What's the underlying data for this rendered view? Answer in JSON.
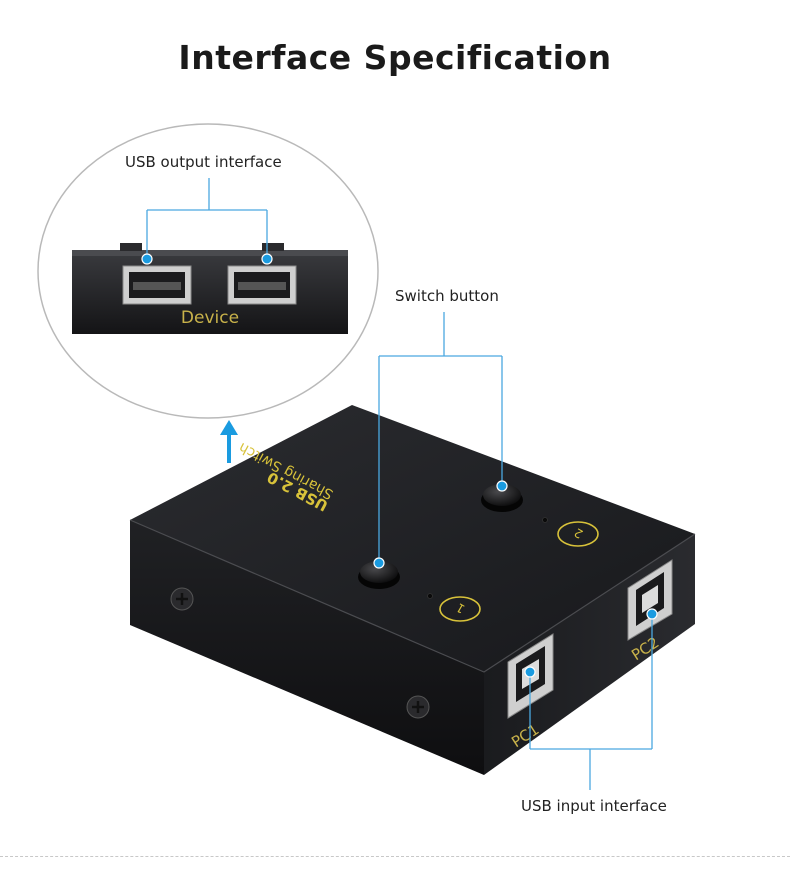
{
  "title": "Interface Specification",
  "callouts": {
    "output": "USB output interface",
    "switch": "Switch button",
    "input": "USB input interface"
  },
  "device_print": {
    "port_label": "Device",
    "top_line1": "USB 2.0",
    "top_line2": "Sharing Switch",
    "pc1": "PC1",
    "pc2": "PC2",
    "button1": "1",
    "button2": "2"
  },
  "colors": {
    "accent": "#1a9be0",
    "leader_line": "#4aa8e0",
    "device_body": "#1c1d20",
    "print_gold": "#d8c23a",
    "circle_outline": "#b9b9b9"
  },
  "icons": [
    "arrow-up-icon"
  ]
}
